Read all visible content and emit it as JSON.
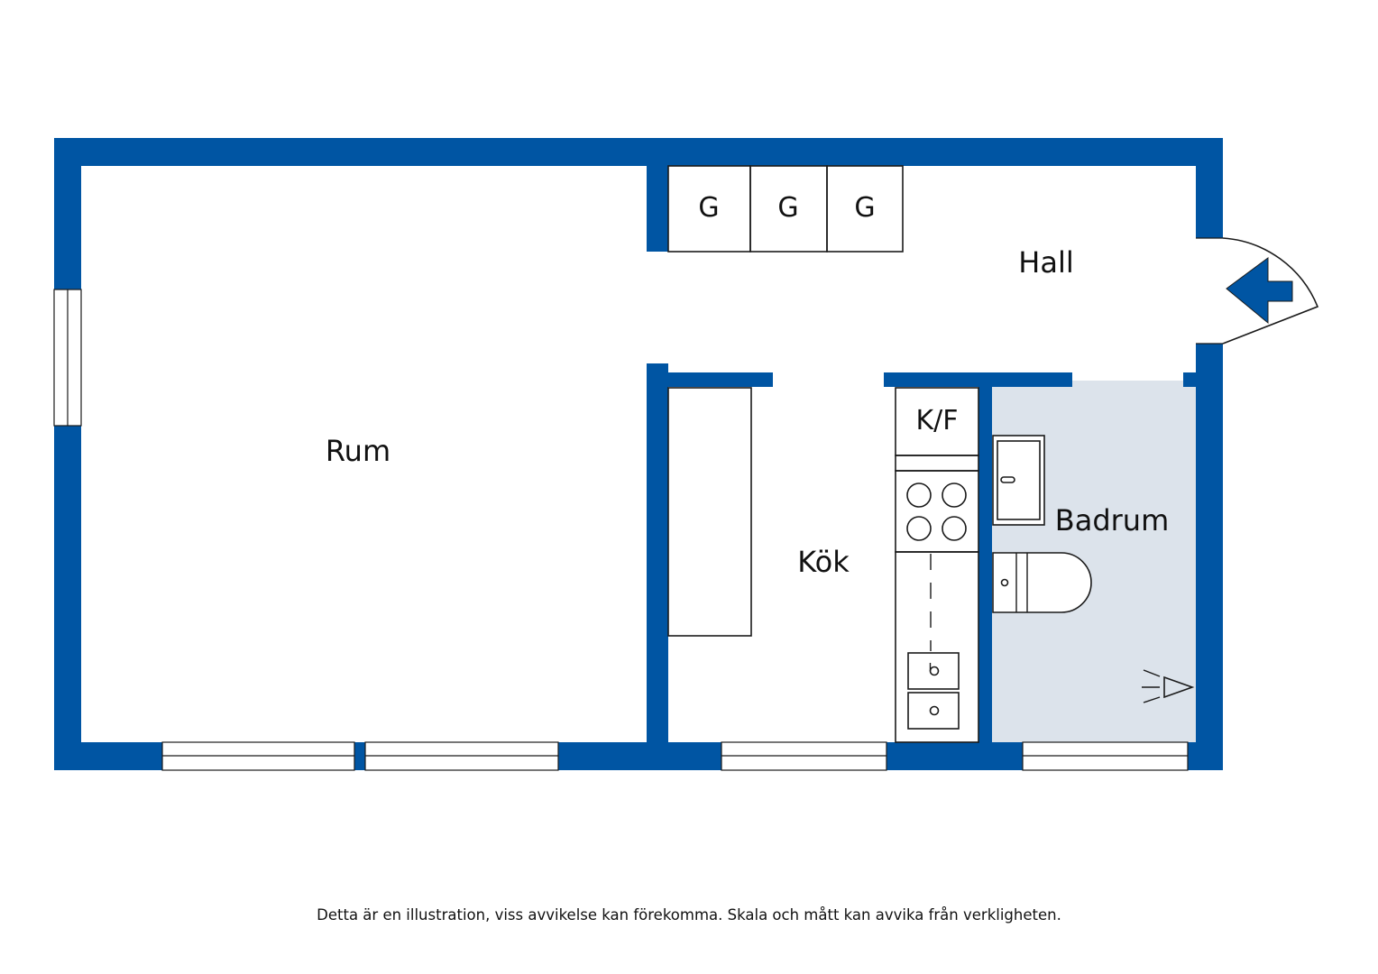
{
  "colors": {
    "wall": "#0055a3",
    "bathroom_floor": "#dce3eb",
    "line": "#1a1a1a",
    "background": "#ffffff"
  },
  "rooms": {
    "rum": "Rum",
    "hall": "Hall",
    "kok": "Kök",
    "badrum": "Badrum"
  },
  "wardrobes": [
    "G",
    "G",
    "G"
  ],
  "fridge_label": "K/F",
  "icons": {
    "entrance": "entrance-arrow-icon",
    "stove": "stove-icon",
    "sink": "sink-icon",
    "toilet": "toilet-icon",
    "shower": "shower-icon",
    "bathroom_sink": "bathroom-sink-icon"
  },
  "disclaimer": "Detta är en illustration, viss avvikelse kan förekomma. Skala och mått kan avvika från verkligheten."
}
